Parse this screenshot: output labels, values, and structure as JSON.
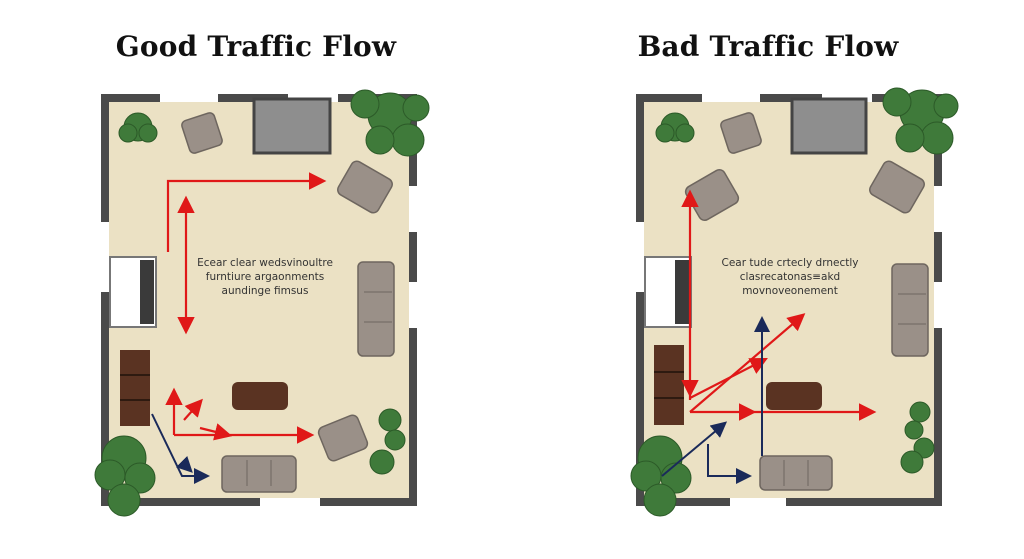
{
  "colors": {
    "floor": "#ebe1c4",
    "wall": "#4a4a4a",
    "window": "#ffffff",
    "plant": "#3f7a3a",
    "chair": "#9a9088",
    "sofa": "#9a9088",
    "table": "#5a3322",
    "path_good": "#e01818",
    "path_alt": "#1a2a5a"
  },
  "good": {
    "title": "Good Traffic Flow",
    "note_lines": [
      "Ecear clear wedsvinoultre",
      "furntiure argaonments",
      "aundinge fimsus"
    ]
  },
  "bad": {
    "title": "Bad Traffic Flow",
    "note_lines": [
      "Cear tude crtecly drnectly",
      "clasrecatonas≡akd",
      "movnoveonement"
    ]
  }
}
